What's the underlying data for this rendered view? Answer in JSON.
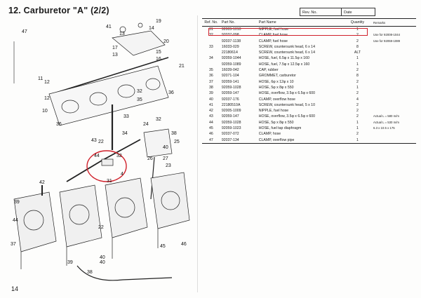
{
  "section_title": "12.  Carburetor  \"A\"  (2/2)",
  "page_number": "14",
  "header_boxes": {
    "rev_label": "Rev. No.",
    "date_label": "Date"
  },
  "table": {
    "headers": {
      "ref": "Ref. No.",
      "part_no": "Part No.",
      "part_name": "Part Name",
      "quantity": "Quantity",
      "remarks": "Remarks"
    },
    "rows": [
      {
        "ref": "31",
        "part_no": "92005-1010",
        "part_name": "NIPPLE, fuel hose",
        "qty": "1",
        "remarks": ""
      },
      {
        "ref": "32",
        "part_no": "92037-098",
        "part_name": "CLAMP, fuel hose",
        "qty": "2",
        "remarks": "Use for 92008-1044"
      },
      {
        "ref": "",
        "part_no": "92037-1138",
        "part_name": "CLAMP, fuel hose",
        "qty": "2",
        "remarks": "Use for 92059-1089"
      },
      {
        "ref": "33",
        "part_no": "16033-029",
        "part_name": "SCREW, countersunk head, 6 x 14",
        "qty": "8",
        "remarks": ""
      },
      {
        "ref": "",
        "part_no": "22180614",
        "part_name": "SCREW, countersunk head, 6 x 14",
        "qty": "ALT",
        "remarks": ""
      },
      {
        "ref": "34",
        "part_no": "92059-1044",
        "part_name": "HOSE, fuel, 6.5φ x 11.5φ x 160",
        "qty": "1",
        "remarks": ""
      },
      {
        "ref": "",
        "part_no": "92059-1089",
        "part_name": "HOSE, fuel, 7.5φ x 12.5φ x 160",
        "qty": "1",
        "remarks": ""
      },
      {
        "ref": "35",
        "part_no": "16039-042",
        "part_name": "CAP, rubber",
        "qty": "2",
        "remarks": ""
      },
      {
        "ref": "36",
        "part_no": "92071-104",
        "part_name": "GROMMET, carburetor",
        "qty": "8",
        "remarks": ""
      },
      {
        "ref": "37",
        "part_no": "92059-141",
        "part_name": "HOSE, 6φ x 12φ x 10",
        "qty": "2",
        "remarks": ""
      },
      {
        "ref": "38",
        "part_no": "92059-1028",
        "part_name": "HOSE, 5φ x 8φ x 550",
        "qty": "1",
        "remarks": ""
      },
      {
        "ref": "39",
        "part_no": "92059-147",
        "part_name": "HOSE, overflow, 3.5φ x 6.5φ x 600",
        "qty": "2",
        "remarks": ""
      },
      {
        "ref": "40",
        "part_no": "92037-176",
        "part_name": "CLAMP, overflow hose",
        "qty": "4",
        "remarks": ""
      },
      {
        "ref": "41",
        "part_no": "22180510A",
        "part_name": "SCREW, countersunk head, 5 x 10",
        "qty": "2",
        "remarks": ""
      },
      {
        "ref": "42",
        "part_no": "92005-1009",
        "part_name": "NIPPLE, fuel hose",
        "qty": "2",
        "remarks": ""
      },
      {
        "ref": "43",
        "part_no": "92059-147",
        "part_name": "HOSE, overflow, 3.5φ x 6.5φ x 600",
        "qty": "2",
        "remarks": "Actual L = 580 m/m"
      },
      {
        "ref": "44",
        "part_no": "92059-1028",
        "part_name": "HOSE, 5φ x 8φ x 550",
        "qty": "1",
        "remarks": "Actual L = 530 m/m"
      },
      {
        "ref": "45",
        "part_no": "92059-1023",
        "part_name": "HOSE, fuel tap diaphragm",
        "qty": "1",
        "remarks": "6.3 x 10.5 x 175"
      },
      {
        "ref": "46",
        "part_no": "92037-072",
        "part_name": "CLAMP, hose",
        "qty": "2",
        "remarks": ""
      },
      {
        "ref": "47",
        "part_no": "92037-134",
        "part_name": "CLAMP, overflow pipe",
        "qty": "1",
        "remarks": ""
      }
    ]
  },
  "diagram": {
    "callouts": [
      "41",
      "13",
      "14",
      "19",
      "20",
      "17",
      "13",
      "15",
      "16",
      "47",
      "21",
      "11",
      "12",
      "12",
      "10",
      "36",
      "32",
      "35",
      "33",
      "36",
      "34",
      "22",
      "32",
      "38",
      "24",
      "25",
      "40",
      "26",
      "27",
      "43",
      "23",
      "44",
      "32",
      "4",
      "31",
      "42",
      "39",
      "44",
      "37",
      "22",
      "46",
      "45",
      "40",
      "39",
      "40",
      "38"
    ]
  },
  "colors": {
    "highlight": "#d0202a",
    "ink": "#1a1a1a",
    "paper": "#fdfdfc"
  }
}
